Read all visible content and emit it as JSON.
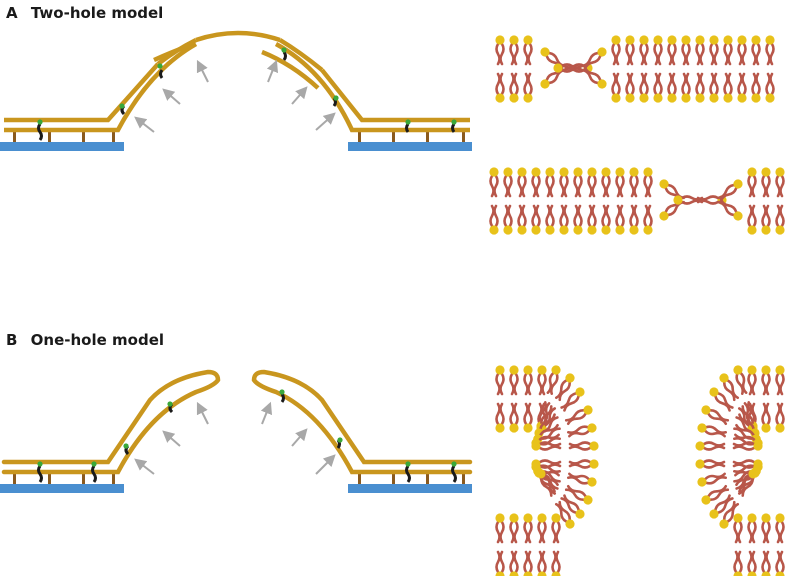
{
  "panels": [
    {
      "letter": "A",
      "title": "Two-hole model"
    },
    {
      "letter": "B",
      "title": "One-hole model"
    }
  ],
  "colors": {
    "membrane": "#c9961e",
    "substrate": "#4a8fd0",
    "lipid_tail": "#b8574a",
    "lipid_head": "#e8c21a",
    "tether": "#1a1a1a",
    "tether_anchor": "#3aa83a",
    "peg": "#8a5a1e",
    "arrow": "#a8a8a8"
  },
  "icons": [
    "upward-arrow",
    "lipid-molecule",
    "tether-linker"
  ]
}
